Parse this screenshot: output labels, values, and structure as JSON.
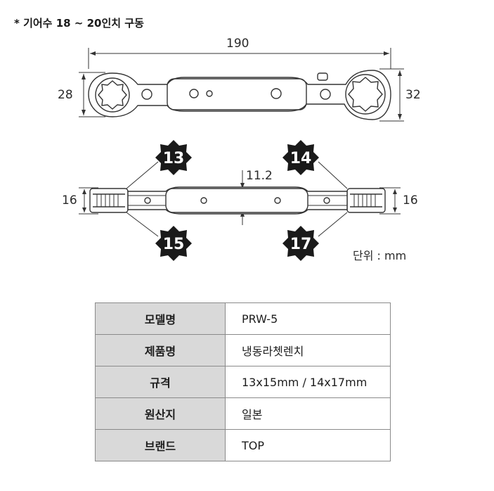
{
  "note": "* 기어수 18 ~ 20인치 구동",
  "top_view": {
    "length": "190",
    "left_height": "28",
    "right_height": "32"
  },
  "side_view": {
    "thickness": "11.2",
    "left_height": "16",
    "right_height": "16"
  },
  "sizes": {
    "top_left": "13",
    "top_right": "14",
    "bottom_left": "15",
    "bottom_right": "17"
  },
  "unit_label": "단위 : mm",
  "spec_table": [
    {
      "key": "모델명",
      "value": "PRW-5"
    },
    {
      "key": "제품명",
      "value": "냉동라쳇렌치"
    },
    {
      "key": "규격",
      "value": "13x15mm / 14x17mm"
    },
    {
      "key": "원산지",
      "value": "일본"
    },
    {
      "key": "브랜드",
      "value": "TOP"
    }
  ]
}
